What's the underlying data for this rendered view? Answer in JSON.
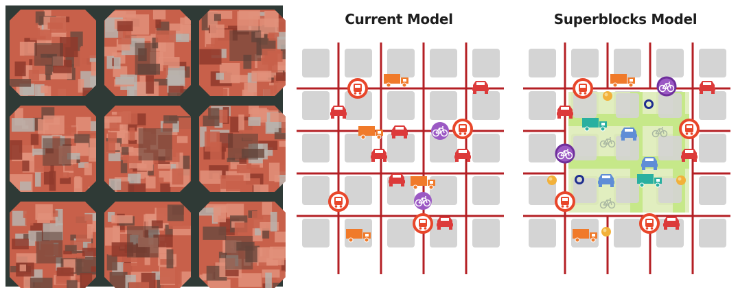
{
  "photo": {
    "description_icon": "aerial-city-blocks-photo",
    "colors": {
      "street": "#2f3a36",
      "roof": "#c8604a",
      "roof_light": "#e2917a",
      "roof_dark": "#8f3a2c",
      "gray_roof": "#b9b3ad"
    }
  },
  "current_model": {
    "title": "Current Model",
    "icons": {
      "bus": "bus-stop-icon",
      "truck": "truck-icon",
      "car": "car-icon",
      "bike": "bicycle-icon"
    }
  },
  "superblocks_model": {
    "title": "Superblocks Model",
    "icons": {
      "bus": "bus-stop-icon",
      "truck": "truck-icon",
      "car": "car-icon",
      "bike": "bicycle-icon",
      "ring": "ring-marker-icon",
      "dot": "yellow-dot-icon"
    }
  },
  "colors": {
    "road": "#b41f24",
    "block": "#d4d4d4",
    "superblock_fill": "#dcebb4",
    "superblock_street": "#c6e889",
    "bus_ring": "#e8462a",
    "truck": "#f07a2a",
    "car_red": "#dc3a3a",
    "bike_purple": "#9b59c4",
    "bike_purple_dark": "#6f2f9c",
    "truck_teal": "#29b0a0",
    "car_blue": "#5f8dd6",
    "ring_navy": "#1f2f8f",
    "dot_yellow": "#f2b13a",
    "bike_gray": "#a9b7a2"
  }
}
